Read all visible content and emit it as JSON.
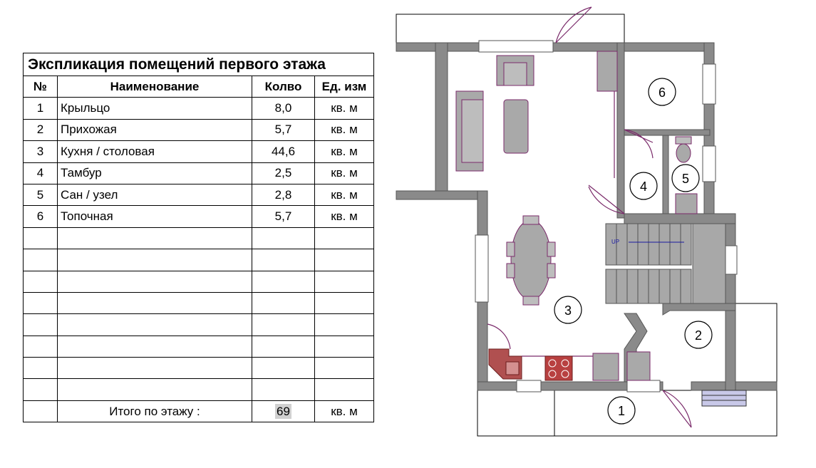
{
  "table": {
    "title": "Экспликация помещений первого этажа",
    "headers": {
      "num": "№",
      "name": "Наименование",
      "qty": "Колво",
      "unit": "Ед. изм"
    },
    "rows": [
      {
        "num": "1",
        "name": "Крыльцо",
        "qty": "8,0",
        "unit": "кв. м"
      },
      {
        "num": "2",
        "name": "Прихожая",
        "qty": "5,7",
        "unit": "кв. м"
      },
      {
        "num": "3",
        "name": "Кухня / столовая",
        "qty": "44,6",
        "unit": "кв. м"
      },
      {
        "num": "4",
        "name": "Тамбур",
        "qty": "2,5",
        "unit": "кв. м"
      },
      {
        "num": "5",
        "name": "Сан / узел",
        "qty": "2,8",
        "unit": "кв. м"
      },
      {
        "num": "6",
        "name": "Топочная",
        "qty": "5,7",
        "unit": "кв. м"
      }
    ],
    "empty_rows": 8,
    "total": {
      "label": "Итого по этажу  :",
      "value": "69",
      "unit": "кв. м"
    }
  },
  "plan": {
    "room_markers": [
      "1",
      "2",
      "3",
      "4",
      "5",
      "6"
    ],
    "stair_label": "UP",
    "colors": {
      "wall": "#8a8a8a",
      "furniture": "#a9a9a9",
      "outline": "#7a2a6a",
      "stove": "#a02828",
      "stair_arrow": "#1a1aa0"
    }
  }
}
